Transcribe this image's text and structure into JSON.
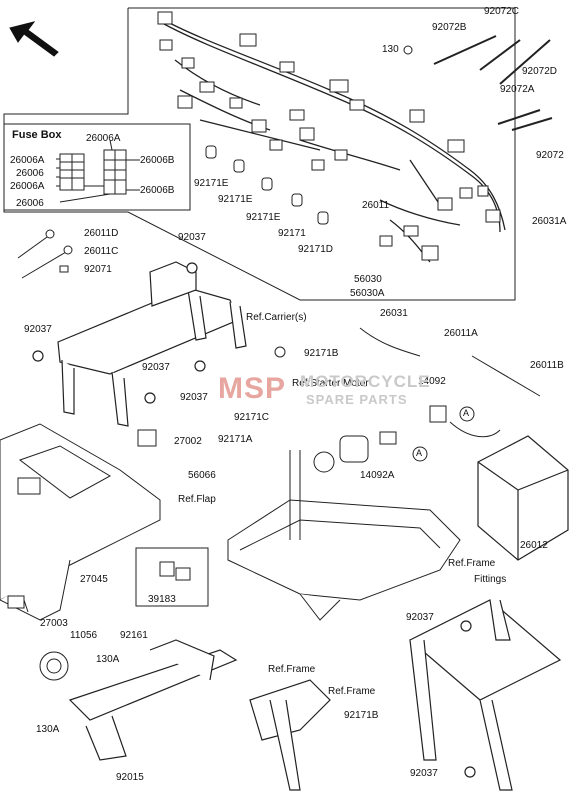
{
  "watermark": {
    "logo": "MSP",
    "title": "MOTORCYCLE",
    "subtitle": "SPARE PARTS"
  },
  "fuse_box": {
    "title": "Fuse Box",
    "labels": [
      "26006A",
      "26006A",
      "26006",
      "26006A",
      "26006",
      "26006B",
      "26006B"
    ]
  },
  "part_labels": [
    "130",
    "92072B",
    "92072C",
    "92072D",
    "92072A",
    "92072",
    "26031A",
    "92171E",
    "92171E",
    "92171E",
    "92171",
    "92171D",
    "26011",
    "56030",
    "56030A",
    "26011D",
    "26011C",
    "92071",
    "92037",
    "92037",
    "92037",
    "92037",
    "92037",
    "92037",
    "Ref.Carrier(s)",
    "26031",
    "26011A",
    "26011B",
    "92171B",
    "Ref.Starter Motor",
    "14092",
    "14092A",
    "92171C",
    "92171A",
    "27002",
    "56066",
    "Ref.Flap",
    "26012",
    "Ref.Frame",
    "Fittings",
    "27045",
    "39183",
    "27003",
    "11056",
    "130A",
    "130A",
    "92161",
    "Ref.Frame",
    "Ref.Frame",
    "92171B",
    "92015"
  ],
  "callouts": [
    "A",
    "A"
  ],
  "colors": {
    "line": "#222222",
    "watermark": "#c9c9c9",
    "accent": "#d9352b"
  }
}
